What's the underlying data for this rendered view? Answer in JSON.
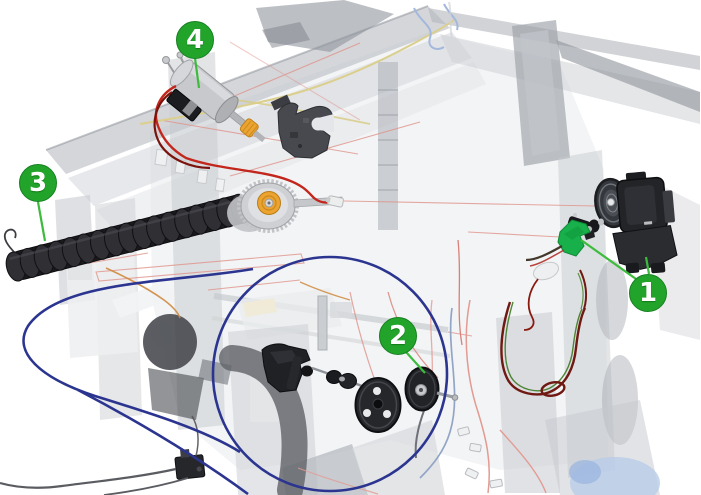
{
  "diagram": {
    "type": "exploded-parts-diagram",
    "subject": "Large-format printer internal assemblies with numbered part callouts",
    "background_color": "#ffffff",
    "callout_style": {
      "fill": "#22a42b",
      "text_color": "#ffffff",
      "leader_color": "#3dbb3d"
    },
    "detail_loop_color": "#2b3590",
    "callouts": [
      {
        "number": "1",
        "part_name": "encoder-sensor-motor-assembly"
      },
      {
        "number": "2",
        "part_name": "drive-pulley-discs"
      },
      {
        "number": "3",
        "part_name": "ribbed-feed-roller"
      },
      {
        "number": "4",
        "part_name": "actuator-motor-assembly"
      }
    ],
    "highlight_colors": {
      "roller_black": "#1a1a1d",
      "motor_silver": "#c8c9cd",
      "coupling_orange": "#eda32f",
      "bracket_green": "#17b04a",
      "wire_red": "#c2261c",
      "wire_maroon": "#701812",
      "wire_yellow": "#dbcf8e",
      "wire_light_blue": "#a3b8dc"
    }
  }
}
